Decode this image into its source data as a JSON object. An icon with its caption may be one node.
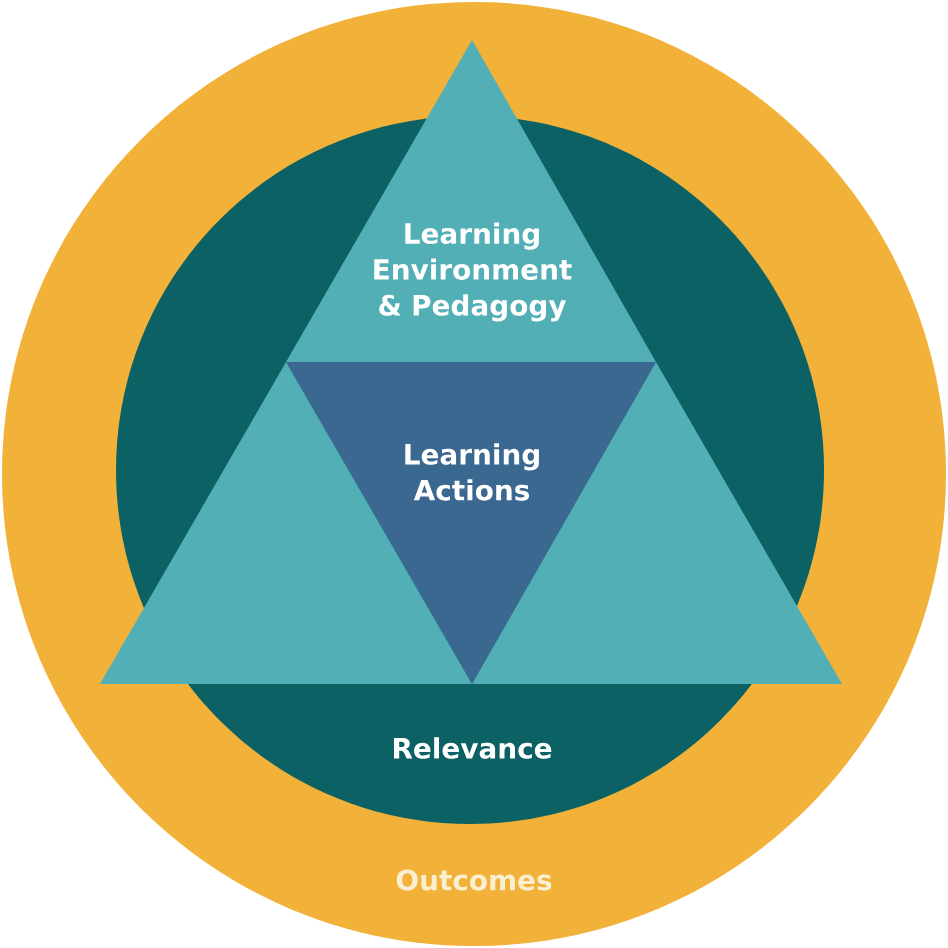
{
  "diagram": {
    "nodes": [
      {
        "text": [
          "Outcomes"
        ]
      },
      {
        "text": [
          "Relevance"
        ],
        "in": 0
      },
      {
        "text": [
          "Learning Environment & Pedagogy"
        ],
        "in": 0
      },
      {
        "text": [
          "Learning Actions"
        ],
        "in": 1
      },
      {
        "text": [],
        "shape": "triangle",
        "in": 1
      },
      {
        "text": [],
        "shape": "triangle",
        "in": 1
      }
    ]
  }
}
